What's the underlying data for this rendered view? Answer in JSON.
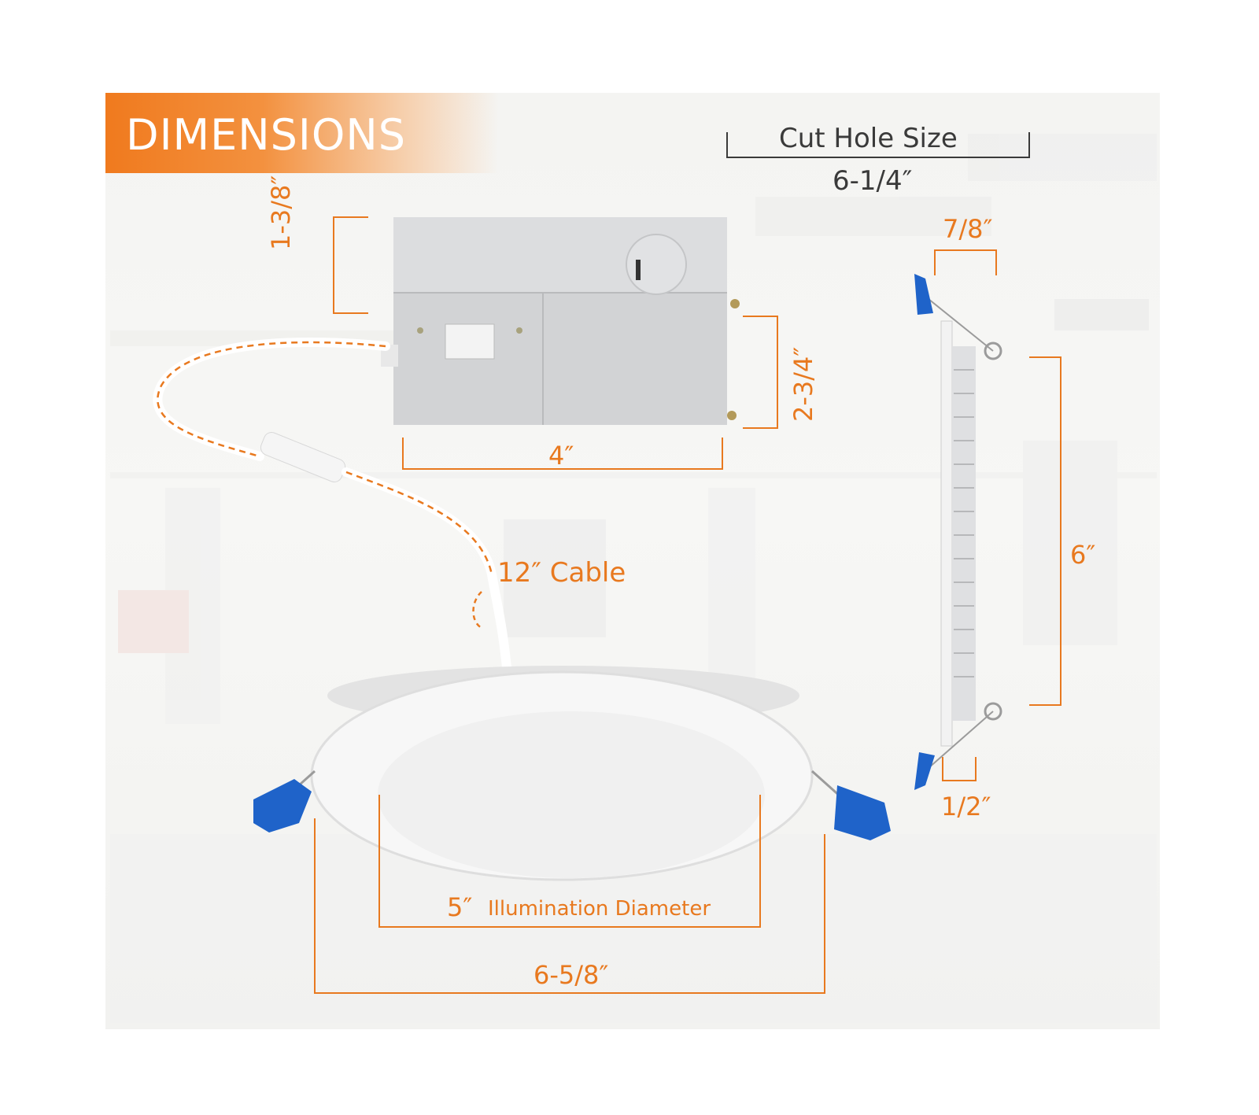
{
  "banner": {
    "title": "DIMENSIONS"
  },
  "cut_hole": {
    "label": "Cut Hole Size",
    "value": "6-1/4″"
  },
  "driver_box": {
    "height_label": "1-3/8″",
    "depth_label": "2-3/4″",
    "width_label": "4″"
  },
  "cable": {
    "label": "12″ Cable"
  },
  "side_profile": {
    "top_label": "7/8″",
    "height_label": "6″",
    "bottom_label": "1/2″"
  },
  "downlight": {
    "illumination_value": "5″",
    "illumination_text": "Illumination Diameter",
    "overall_diameter": "6-5/8″"
  },
  "colors": {
    "accent": "#e8791f",
    "clip_blue": "#1f63c9",
    "housing_grey": "#d9dadc",
    "text_dark": "#3a3a3a"
  }
}
